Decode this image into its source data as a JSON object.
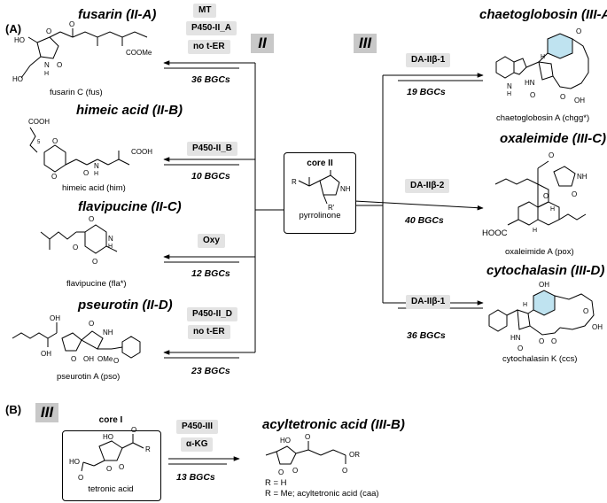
{
  "panels": {
    "a": {
      "label": "(A)",
      "group_ii_label": "II",
      "group_iii_label": "III",
      "core": {
        "title": "core II",
        "caption": "pyrrolinone",
        "r1": "R",
        "r2": "R'",
        "nh": "NH"
      },
      "products": [
        {
          "title": "fusarin (II-A)",
          "caption": "fusarin C (fus)",
          "enzymes": [
            "MT",
            "P450-II_A",
            "no t-ER"
          ],
          "bgcs": "36 BGCs"
        },
        {
          "title": "himeic acid (II-B)",
          "caption": "himeic acid (him)",
          "enzymes": [
            "P450-II_B"
          ],
          "bgcs": "10 BGCs"
        },
        {
          "title": "flavipucine (II-C)",
          "caption": "flavipucine (fla*)",
          "enzymes": [
            "Oxy"
          ],
          "bgcs": "12 BGCs"
        },
        {
          "title": "pseurotin (II-D)",
          "caption": "pseurotin A (pso)",
          "enzymes": [
            "P450-II_D",
            "no t-ER"
          ],
          "bgcs": "23 BGCs"
        },
        {
          "title": "chaetoglobosin (III-A)",
          "caption": "chaetoglobosin A (chgg*)",
          "enzymes": [
            "DA-IIβ-1"
          ],
          "bgcs": "19 BGCs"
        },
        {
          "title": "oxaleimide (III-C)",
          "caption": "oxaleimide A (pox)",
          "enzymes": [
            "DA-IIβ-2"
          ],
          "bgcs": "40 BGCs"
        },
        {
          "title": "cytochalasin (III-D)",
          "caption": "cytochalasin K (ccs)",
          "enzymes": [
            "DA-IIβ-1"
          ],
          "bgcs": "36 BGCs"
        }
      ]
    },
    "b": {
      "label": "(B)",
      "group_label": "III",
      "core": {
        "title": "core I",
        "caption": "tetronic acid"
      },
      "product": {
        "title": "acyltetronic acid (III-B)",
        "enzymes": [
          "P450-III",
          "α-KG"
        ],
        "bgcs": "13 BGCs",
        "notes": [
          "R = H",
          "R = Me; acyltetronic acid (caa)"
        ]
      }
    }
  },
  "structure_labels": {
    "fusarin": [
      "HO",
      "HO",
      "O",
      "N",
      "H",
      "O",
      "COOMe",
      "O"
    ],
    "himeic": [
      "COOH",
      "O",
      "O",
      "N",
      "H",
      "O",
      "COOH",
      "5"
    ],
    "flavipucine": [
      "O",
      "O",
      "O",
      "N",
      "H"
    ],
    "pseurotin": [
      "OH",
      "OH",
      "O",
      "NH",
      "O",
      "OH",
      "OMe",
      "O"
    ],
    "chaetoglobosin": [
      "N",
      "H",
      "HN",
      "O",
      "O",
      "O",
      "OH",
      "H"
    ],
    "oxaleimide": [
      "HOOC",
      "O",
      "O",
      "NH",
      "O",
      "H",
      "H"
    ],
    "cytochalasin": [
      "OH",
      "HN",
      "O",
      "O",
      "O",
      "OH",
      "O",
      "H"
    ],
    "tetronic": [
      "HO",
      "O",
      "HO",
      "O",
      "O",
      "O",
      "R"
    ],
    "acyltetronic": [
      "HO",
      "O",
      "O",
      "OR",
      "O",
      "O"
    ]
  }
}
